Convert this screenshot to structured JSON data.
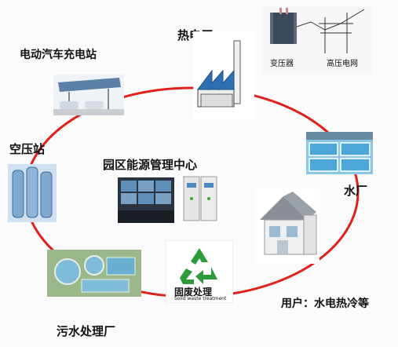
{
  "center": {
    "title": "园区能源管理中心"
  },
  "nodes": {
    "thermal_plant": "热电厂",
    "ev_charging": "电动汽车充电站",
    "air_compression": "空压站",
    "water_plant": "水厂",
    "sewage_plant": "污水处理厂",
    "users": "用户：水电热冷等"
  },
  "grid": {
    "transformer": "变压器",
    "hv_grid": "高压电网"
  },
  "waste": {
    "title": "固废处理",
    "subtitle": "Solid waste treatment"
  },
  "colors": {
    "ring": "#e0201b",
    "recycle": "#2e9b3b"
  }
}
